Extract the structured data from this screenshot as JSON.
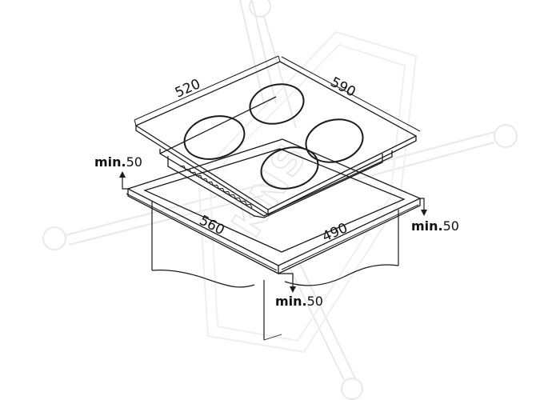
{
  "dimensions": {
    "hob_depth": "520",
    "hob_width": "590",
    "cutout_width": "560",
    "cutout_depth": "490"
  },
  "clearances": {
    "rear": {
      "label": "min.",
      "value": "50"
    },
    "side": {
      "label": "min.",
      "value": "50"
    },
    "bottom": {
      "label": "min.",
      "value": "50"
    }
  },
  "watermark": {
    "text": "KNS"
  },
  "colors": {
    "line": "#1a1a1a",
    "watermark": "#e9e9e9",
    "background": "#ffffff"
  }
}
